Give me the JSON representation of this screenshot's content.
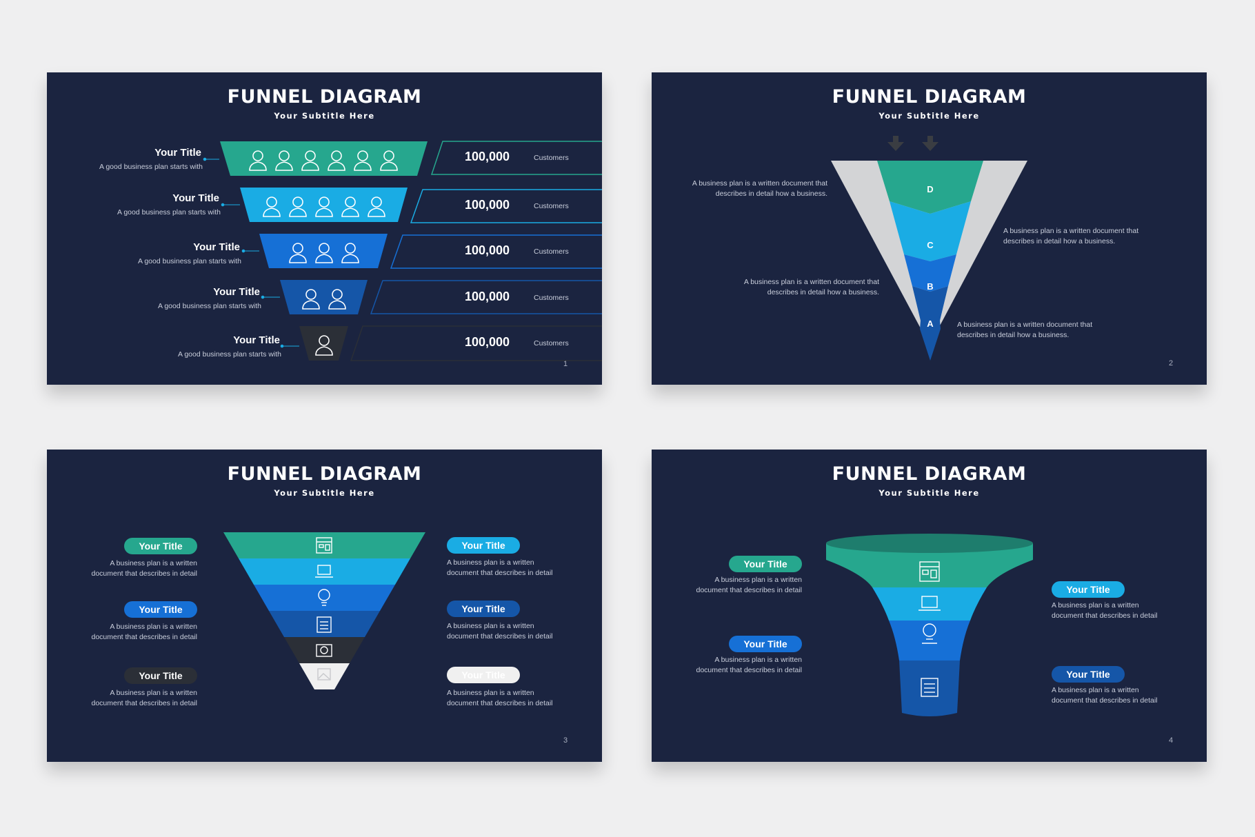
{
  "colors": {
    "bg": "#1b2440",
    "teal": "#26a78e",
    "sky": "#1aace4",
    "blue": "#1670d6",
    "navy": "#1556a8",
    "dark": "#2b2f37",
    "white": "#f0f0f0"
  },
  "slides": [
    {
      "title": "FUNNEL DIAGRAM",
      "subtitle": "Your Subtitle Here",
      "page": "1",
      "rows": [
        {
          "title": "Your Title",
          "desc": "A good business plan starts with",
          "value": "100,000",
          "unit": "Customers",
          "icon": "people-icon"
        },
        {
          "title": "Your Title",
          "desc": "A good business plan starts with",
          "value": "100,000",
          "unit": "Customers",
          "icon": "people-icon"
        },
        {
          "title": "Your Title",
          "desc": "A good business plan starts with",
          "value": "100,000",
          "unit": "Customers",
          "icon": "people-icon"
        },
        {
          "title": "Your Title",
          "desc": "A good business plan starts with",
          "value": "100,000",
          "unit": "Customers",
          "icon": "people-icon"
        },
        {
          "title": "Your Title",
          "desc": "A good business plan starts with",
          "value": "100,000",
          "unit": "Customers",
          "icon": "person-icon"
        }
      ]
    },
    {
      "title": "FUNNEL DIAGRAM",
      "subtitle": "Your Subtitle Here",
      "page": "2",
      "levels": [
        "D",
        "C",
        "B",
        "A"
      ],
      "descs": [
        "A business plan is a written document that describes in detail how a business.",
        "A business plan is a written document that describes in detail how a business.",
        "A business plan is a written document that describes in detail how a business.",
        "A business plan is a written document that describes in detail how a business."
      ]
    },
    {
      "title": "FUNNEL DIAGRAM",
      "subtitle": "Your Subtitle Here",
      "page": "3",
      "items": [
        {
          "title": "Your Title",
          "desc": "A business plan is a written document that describes in detail"
        },
        {
          "title": "Your Title",
          "desc": "A business plan is a written document that describes in detail"
        },
        {
          "title": "Your Title",
          "desc": "A business plan is a written document that describes in detail"
        },
        {
          "title": "Your Title",
          "desc": "A business plan is a written document that describes in detail"
        },
        {
          "title": "Your Title",
          "desc": "A business plan is a written document that describes in detail"
        },
        {
          "title": "Your Title",
          "desc": "A business plan is a written document that describes in detail"
        }
      ],
      "icons": [
        "layout-icon",
        "laptop-icon",
        "lightbulb-icon",
        "document-icon",
        "camera-icon",
        "image-icon"
      ]
    },
    {
      "title": "FUNNEL DIAGRAM",
      "subtitle": "Your Subtitle Here",
      "page": "4",
      "items": [
        {
          "title": "Your Title",
          "desc": "A business plan is a written document that describes in detail"
        },
        {
          "title": "Your Title",
          "desc": "A business plan is a written document that describes in detail"
        },
        {
          "title": "Your Title",
          "desc": "A business plan is a written document that describes in detail"
        },
        {
          "title": "Your Title",
          "desc": "A business plan is a written document that describes in detail"
        }
      ],
      "icons": [
        "layout-icon",
        "laptop-icon",
        "lightbulb-icon",
        "document-icon"
      ]
    }
  ]
}
